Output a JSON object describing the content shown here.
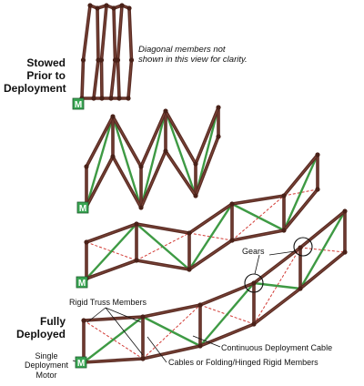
{
  "labels": {
    "stowed": [
      "Stowed",
      "Prior to",
      "Deployment"
    ],
    "note": [
      "Diagonal members not",
      "shown in this view for clarity."
    ],
    "fully": [
      "Fully",
      "Deployed"
    ],
    "single_motor": [
      "Single",
      "Deployment",
      "Motor"
    ],
    "gears": "Gears",
    "rigid_truss": "Rigid Truss Members",
    "continuous_cable": "Continuous Deployment Cable",
    "folding_members": "Cables or Folding/Hinged Rigid Members",
    "motor_mark": "M"
  },
  "colors": {
    "rod": "#5a2c24",
    "rod_highlight": "#9a5a48",
    "diagonal": "#3e9a44",
    "cable": "#d23a34",
    "motor": "#38a552",
    "motor_border": "#1d5a2c",
    "joint": "#4a2118",
    "text": "#111111"
  }
}
